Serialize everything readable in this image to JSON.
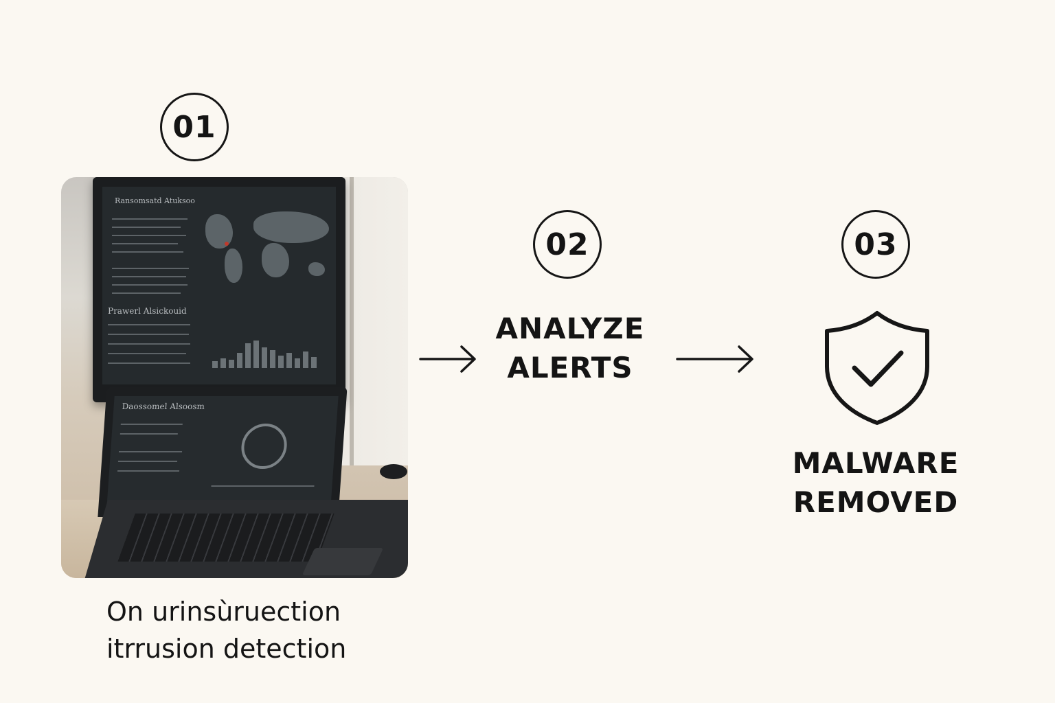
{
  "steps": [
    {
      "number": "01",
      "caption_line1": "On urinsùruection",
      "caption_line2": "itrrusion detection"
    },
    {
      "number": "02",
      "label_line1": "ANALYZE",
      "label_line2": "ALERTS"
    },
    {
      "number": "03",
      "label_line1": "MALWARE",
      "label_line2": "REMOVED"
    }
  ],
  "photo": {
    "monitor_title": "Ransomsatd Atuksoo",
    "monitor_panel_title": "Prawerl Alsickouid",
    "laptop_title": "Daossomel Alsoosm"
  },
  "icons": {
    "arrow1": "arrow-right-icon",
    "arrow2": "arrow-right-icon",
    "shield": "shield-check-icon"
  },
  "colors": {
    "background": "#fbf8f2",
    "ink": "#161616"
  }
}
